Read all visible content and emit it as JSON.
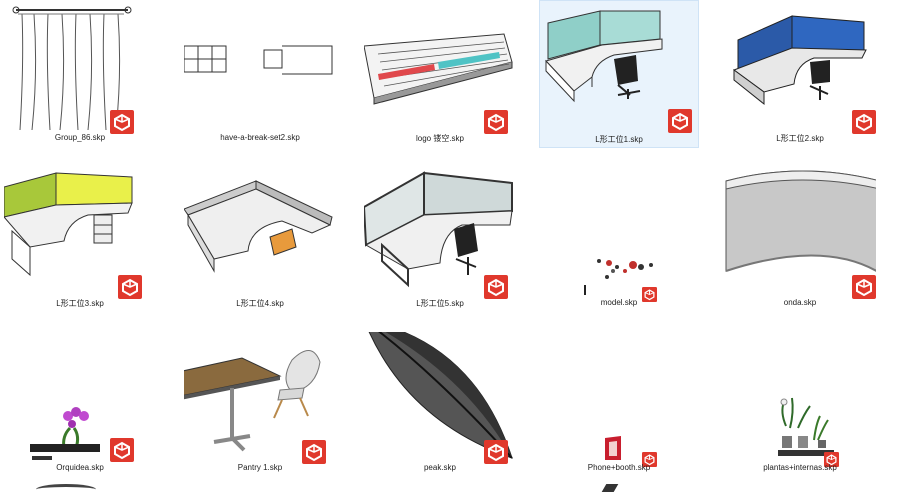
{
  "files": [
    {
      "name": "Group_86.skp",
      "icon": "curtain-model",
      "selected": false
    },
    {
      "name": "have-a-break-set2.skp",
      "icon": "cabinet-lineart-model",
      "selected": false
    },
    {
      "name": "logo 镂空.skp",
      "icon": "perforated-logo-panel-model",
      "selected": false
    },
    {
      "name": "L形工位1.skp",
      "icon": "l-workstation-teal-model",
      "selected": true
    },
    {
      "name": "L形工位2.skp",
      "icon": "l-workstation-blue-model",
      "selected": false
    },
    {
      "name": "L形工位3.skp",
      "icon": "l-workstation-yellow-model",
      "selected": false
    },
    {
      "name": "L形工位4.skp",
      "icon": "l-workstation-grey-model",
      "selected": false
    },
    {
      "name": "L形工位5.skp",
      "icon": "l-workstation-dark-model",
      "selected": false
    },
    {
      "name": "model.skp",
      "icon": "scattered-objects-model",
      "selected": false
    },
    {
      "name": "onda.skp",
      "icon": "curved-wall-model",
      "selected": false
    },
    {
      "name": "Orquidea.skp",
      "icon": "orchid-model",
      "selected": false
    },
    {
      "name": "Pantry 1.skp",
      "icon": "pantry-table-chair-model",
      "selected": false
    },
    {
      "name": "peak.skp",
      "icon": "peak-leaf-model",
      "selected": false
    },
    {
      "name": "Phone+booth.skp",
      "icon": "phone-booth-model",
      "selected": false
    },
    {
      "name": "plantas+internas.skp",
      "icon": "indoor-plants-model",
      "selected": false
    }
  ],
  "file_type_icon": "sketchup-icon",
  "colors": {
    "sketchup_red": "#e0382c",
    "selection": "#e9f3fc"
  }
}
